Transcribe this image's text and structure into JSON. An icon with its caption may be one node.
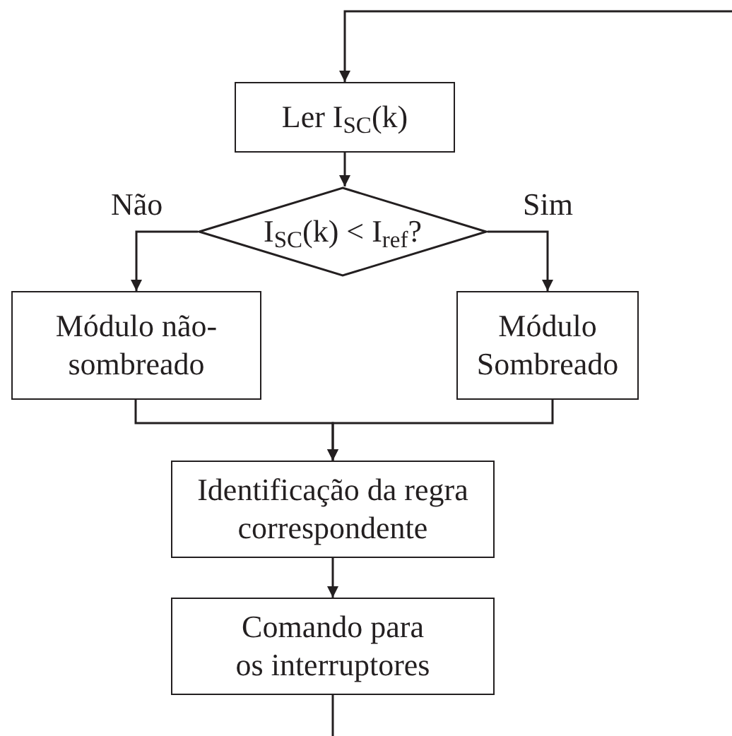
{
  "diagram": {
    "nodes": [
      {
        "text": [
          "Ler I$_{SC}$(k)"
        ]
      },
      {
        "text": [
          "I$_{SC}$(k) < I$_{ref}$?"
        ]
      },
      {
        "text": [
          "Módulo não-sombreado"
        ]
      },
      {
        "text": [
          "Módulo Sombreado"
        ]
      },
      {
        "text": [
          "Identificação da regra correspondente"
        ]
      },
      {
        "text": [
          "Comando para os interruptores"
        ]
      }
    ],
    "edges": [
      {
        "from": null,
        "to": 0,
        "arrow": "to"
      },
      {
        "from": 0,
        "to": 1,
        "arrow": "to"
      },
      {
        "from": 1,
        "to": 2,
        "arrow": "to",
        "label": "Não"
      },
      {
        "from": 1,
        "to": 3,
        "arrow": "to",
        "label": "Sim"
      },
      {
        "from": 2,
        "to": 4,
        "arrow": "to"
      },
      {
        "from": 3,
        "to": 4,
        "arrow": "to"
      },
      {
        "from": 4,
        "to": 5,
        "arrow": "to"
      },
      {
        "from": 5,
        "to": null,
        "arrow": "none"
      }
    ]
  }
}
